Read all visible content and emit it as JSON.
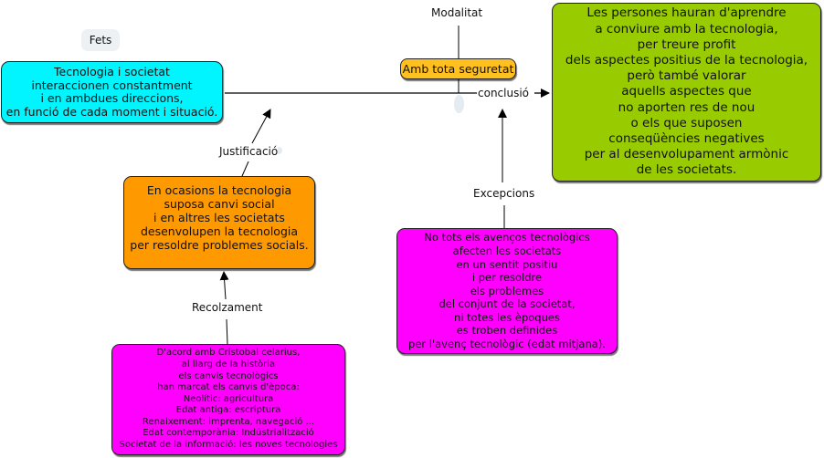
{
  "colors": {
    "cyan": "#00f5ff",
    "orange": "#ff9900",
    "magenta": "#ff00ff",
    "green": "#99cc00",
    "amber": "#ffc020"
  },
  "tags": {
    "fets": "Fets"
  },
  "nodes": {
    "central": "Tecnologia i societat\ninteraccionen constantment\ni en ambdues direccions,\nen funció de cada moment i situació.",
    "justification": "En ocasions la tecnologia\nsuposa canvi social\ni en altres les societats\ndesenvolupen la tecnologia\nper resoldre problemes socials.",
    "support": "D'acord amb Cristobal celarius,\nal llarg de la història\nels canvis tecnològics\nhan marcat els canvis d'època:\nNeolític: agricultura\nEdat antiga: escriptura\nRenaixement: imprenta, navegació ...\nEdat contemporània: Indústrialització\nSocietat de la informació: les noves tecnologies",
    "modality": "Amb tota seguretat",
    "exceptions": "No tots els avenços tecnològics\nafecten les societats\nen un sentit positiu\ni per resoldre\nels problemes\ndel conjunt de la societat,\nni totes les èpoques\nes troben definides\nper l'avenç tecnològic (edat mitjana).",
    "conclusion": "Les persones hauran d'aprendre\na conviure amb la tecnologia,\nper treure profit\ndels aspectes positius de la tecnologia,\nperò també valorar\naquells aspectes que\nno aporten res de nou\no els que suposen\nconseqüències negatives\nper al desenvolupament armònic\nde les societats."
  },
  "links": {
    "modalitat": "Modalitat",
    "conclusio": "conclusió",
    "justificacio": "Justificació",
    "excepcions": "Excepcions",
    "recolzament": "Recolzament"
  }
}
